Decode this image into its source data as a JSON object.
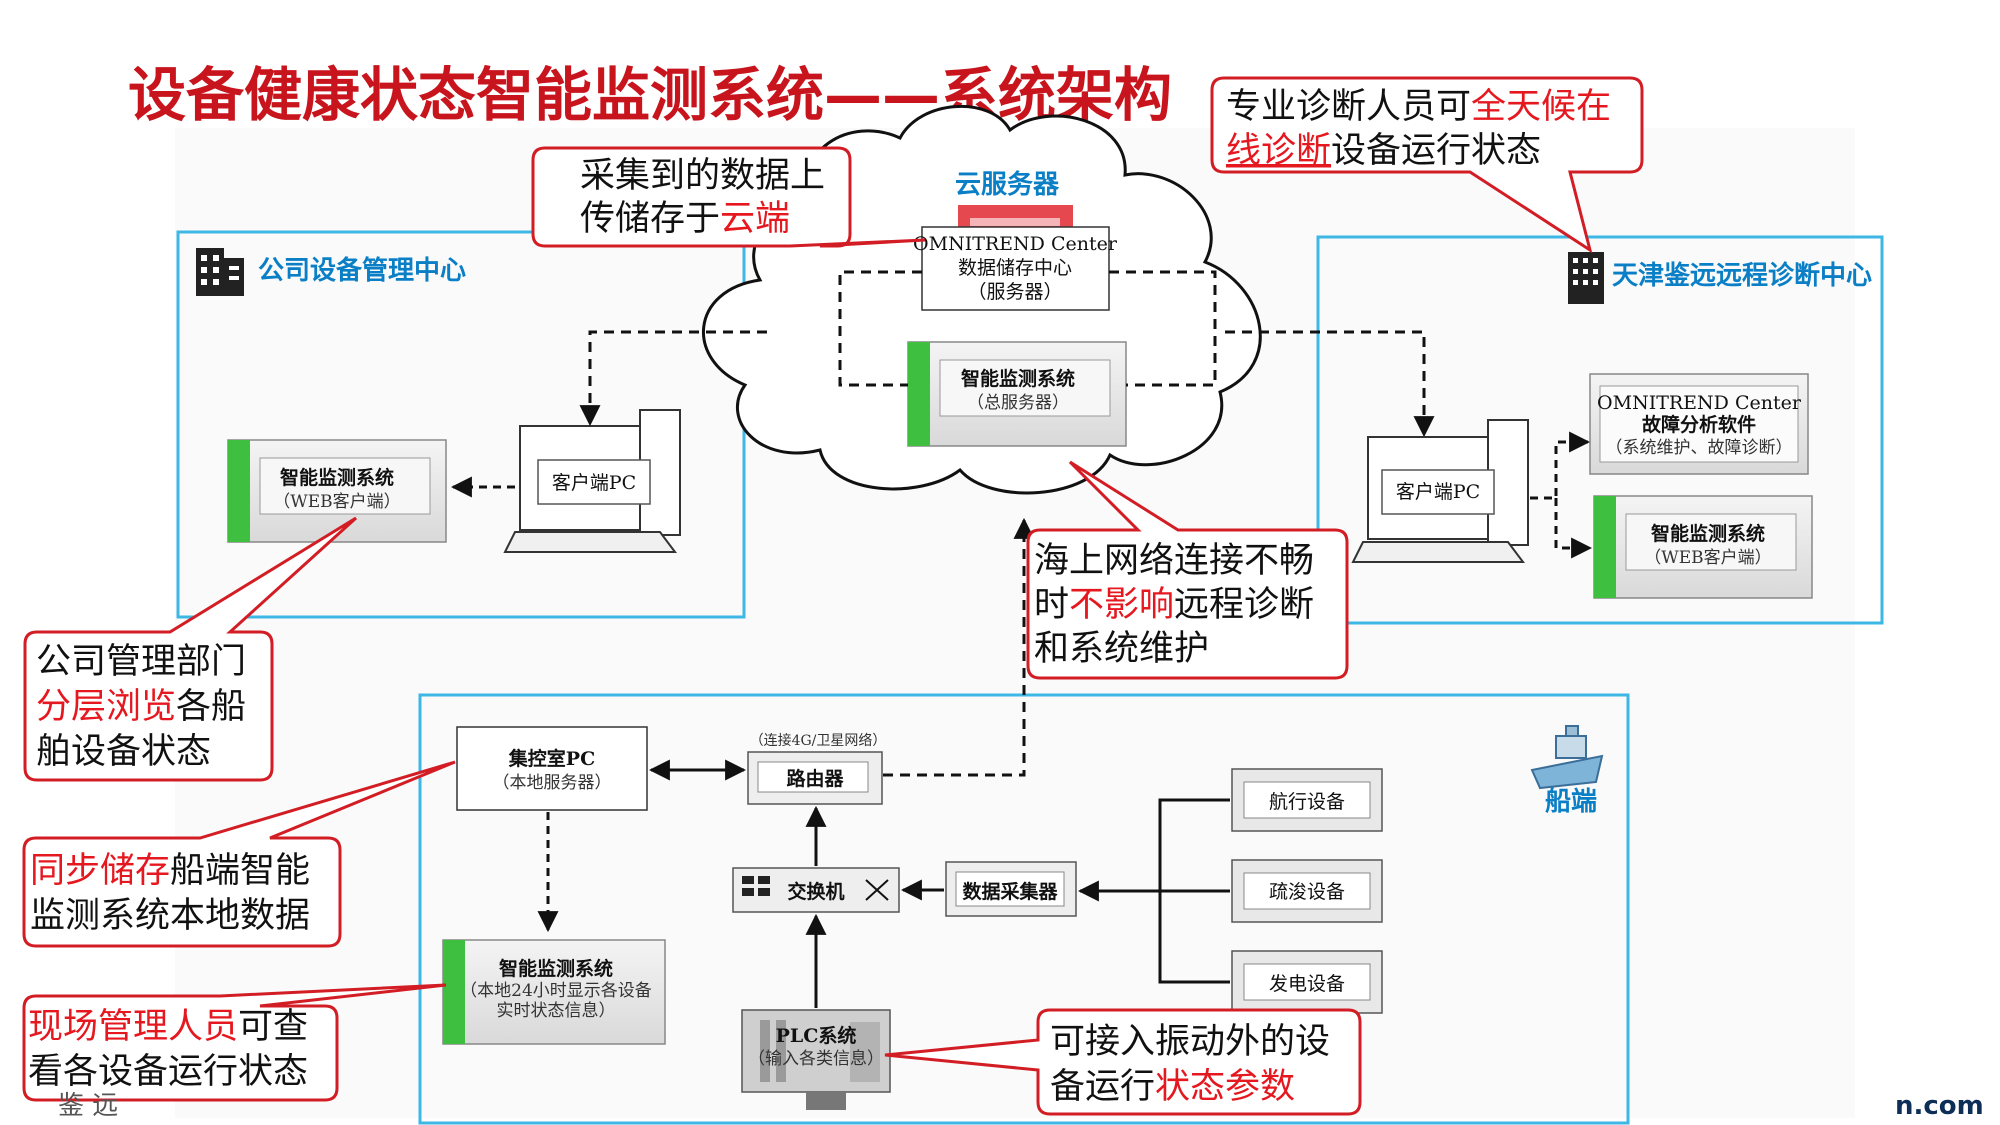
{
  "title": "设备健康状态智能监测系统——系统架构",
  "zones": {
    "company": "公司设备管理中心",
    "cloud": "云服务器",
    "remote": "天津鉴远远程诊断中心",
    "ship": "船端"
  },
  "nodes": {
    "cloud_server": [
      "OMNITREND Center",
      "数据储存中心",
      "（服务器）"
    ],
    "cloud_monitor": [
      "智能监测系统",
      "（总服务器）"
    ],
    "company_web": [
      "智能监测系统",
      "（WEB客户端）"
    ],
    "company_pc": "客户端PC",
    "remote_pc": "客户端PC",
    "remote_omni": [
      "OMNITREND Center",
      "故障分析软件",
      "（系统维护、故障诊断）"
    ],
    "remote_web": [
      "智能监测系统",
      "（WEB客户端）"
    ],
    "control_pc": [
      "集控室PC",
      "（本地服务器）"
    ],
    "router_note": "（连接4G/卫星网络）",
    "router": "路由器",
    "switch": "交换机",
    "collector": "数据采集器",
    "nav_equipment": "航行设备",
    "dredge_equipment": "疏浚设备",
    "power_equipment": "发电设备",
    "ship_monitor": [
      "智能监测系统",
      "（本地24小时显示各设备",
      "实时状态信息）"
    ],
    "plc": [
      "PLC系统",
      "（输入各类信息）"
    ]
  },
  "callouts": {
    "upload": {
      "l1a": "采集到的数据上",
      "l2a": "传储存于",
      "l2b": "云端"
    },
    "expert": {
      "l1a": "专业诊断人员可",
      "l1b": "全天候在",
      "l2a": "线诊断",
      "l2b": "设备运行状态"
    },
    "sea": {
      "l1": "海上网络连接不畅",
      "l2a": "时",
      "l2b": "不影响",
      "l2c": "远程诊断",
      "l3": "和系统维护"
    },
    "company_mgmt": {
      "l1": "公司管理部门",
      "l2a": "分层浏览",
      "l2b": "各船",
      "l3": "舶设备状态"
    },
    "sync": {
      "l1a": "同步储存",
      "l1b": "船端智能",
      "l2": "监测系统本地数据"
    },
    "onsite": {
      "l1a": "现场管理人员",
      "l1b": "可查",
      "l2": "看各设备运行状态"
    },
    "plc_note": {
      "l1": "可接入振动外的设",
      "l2a": "备运行",
      "l2b": "状态参数"
    }
  },
  "footer": {
    "left": "鉴 远",
    "right": "n.com"
  },
  "colors": {
    "title_red": "#c8141c",
    "callout_red": "#e5171f",
    "zone_blue": "#0b7fc6",
    "border_cyan": "#3db7e4"
  },
  "icons": [
    "building-icon",
    "cloud-icon",
    "computer-icon",
    "ship-icon",
    "monitor-screen-icon"
  ]
}
